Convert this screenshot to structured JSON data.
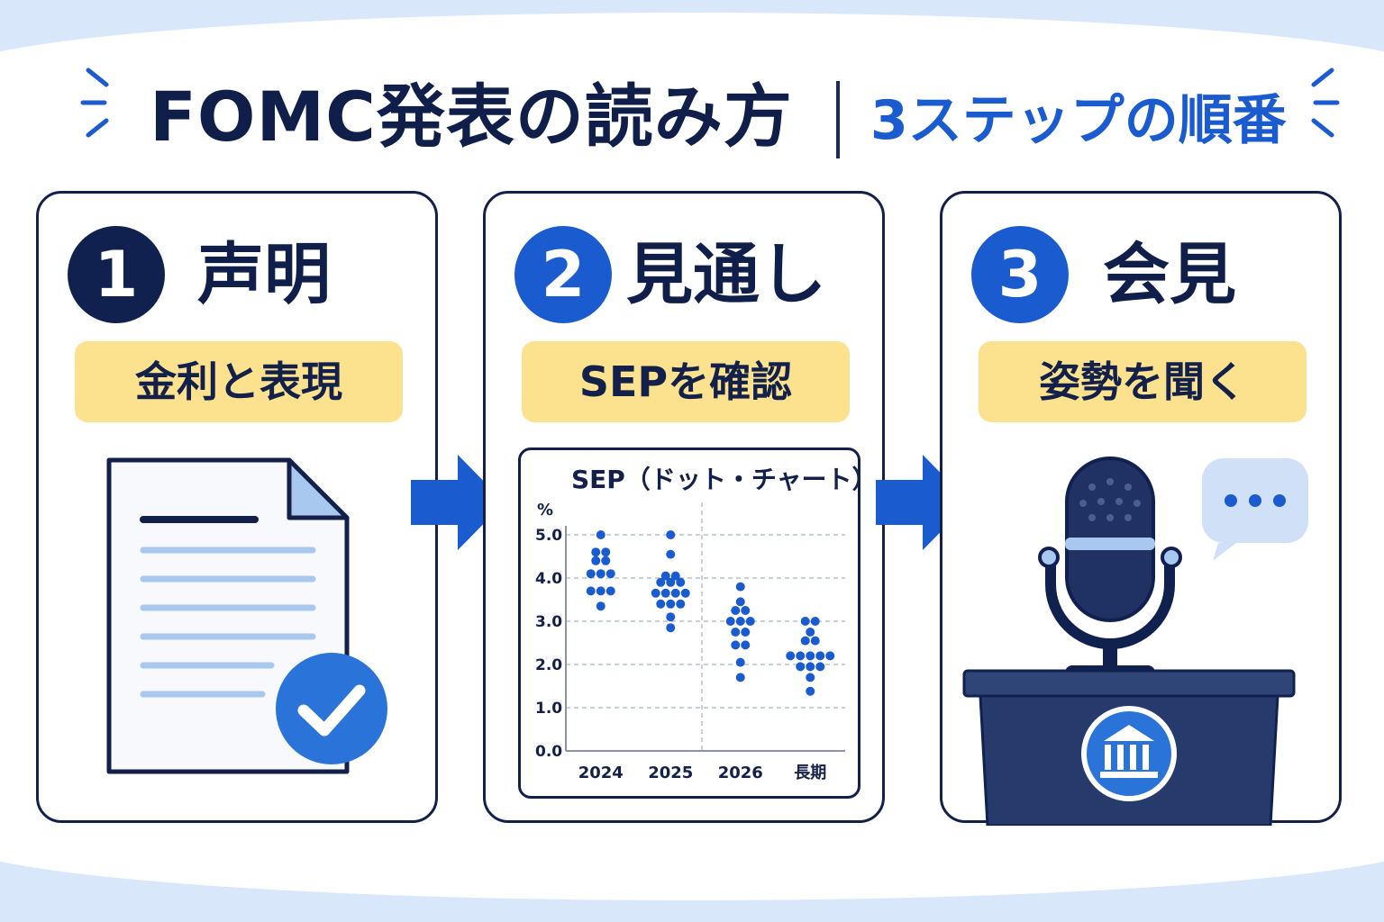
{
  "header": {
    "title": "FOMC発表の読み方",
    "subtitle": "3ステップの順番"
  },
  "colors": {
    "navy": "#10214f",
    "accent_blue": "#1a5bd0",
    "pill_yellow": "#fce18f",
    "light_blue": "#a8c8f0",
    "background": "#d9e7fb"
  },
  "steps": [
    {
      "number": "1",
      "title": "声明",
      "label": "金利と表現",
      "icon": "document-check-icon"
    },
    {
      "number": "2",
      "title": "見通し",
      "label": "SEPを確認",
      "icon": "dot-chart-icon"
    },
    {
      "number": "3",
      "title": "会見",
      "label": "姿勢を聞く",
      "icon": "microphone-podium-icon"
    }
  ],
  "chart_data": {
    "type": "scatter",
    "title": "SEP（ドット・チャート）",
    "ylabel": "%",
    "ylim": [
      0,
      5
    ],
    "y_ticks": [
      "5.0",
      "4.0",
      "3.0",
      "2.0",
      "1.0",
      "0.0"
    ],
    "categories": [
      "2024",
      "2025",
      "2026",
      "長期"
    ],
    "series": [
      {
        "category": "2024",
        "values": [
          5.0,
          4.6,
          4.6,
          4.4,
          4.4,
          4.1,
          4.1,
          4.1,
          3.7,
          3.7,
          3.7,
          3.35
        ]
      },
      {
        "category": "2025",
        "values": [
          5.0,
          4.55,
          4.05,
          4.05,
          3.9,
          3.9,
          3.9,
          3.65,
          3.65,
          3.65,
          3.65,
          3.4,
          3.4,
          3.4,
          3.1,
          2.85
        ]
      },
      {
        "category": "2026",
        "values": [
          3.8,
          3.45,
          3.25,
          3.25,
          3.0,
          3.0,
          3.0,
          2.75,
          2.75,
          2.45,
          2.45,
          2.05,
          1.7
        ]
      },
      {
        "category": "長期",
        "values": [
          3.0,
          3.0,
          2.75,
          2.55,
          2.55,
          2.2,
          2.2,
          2.2,
          2.2,
          2.2,
          1.95,
          1.95,
          1.95,
          1.7,
          1.38
        ]
      }
    ],
    "grid": true,
    "legend": "none"
  }
}
